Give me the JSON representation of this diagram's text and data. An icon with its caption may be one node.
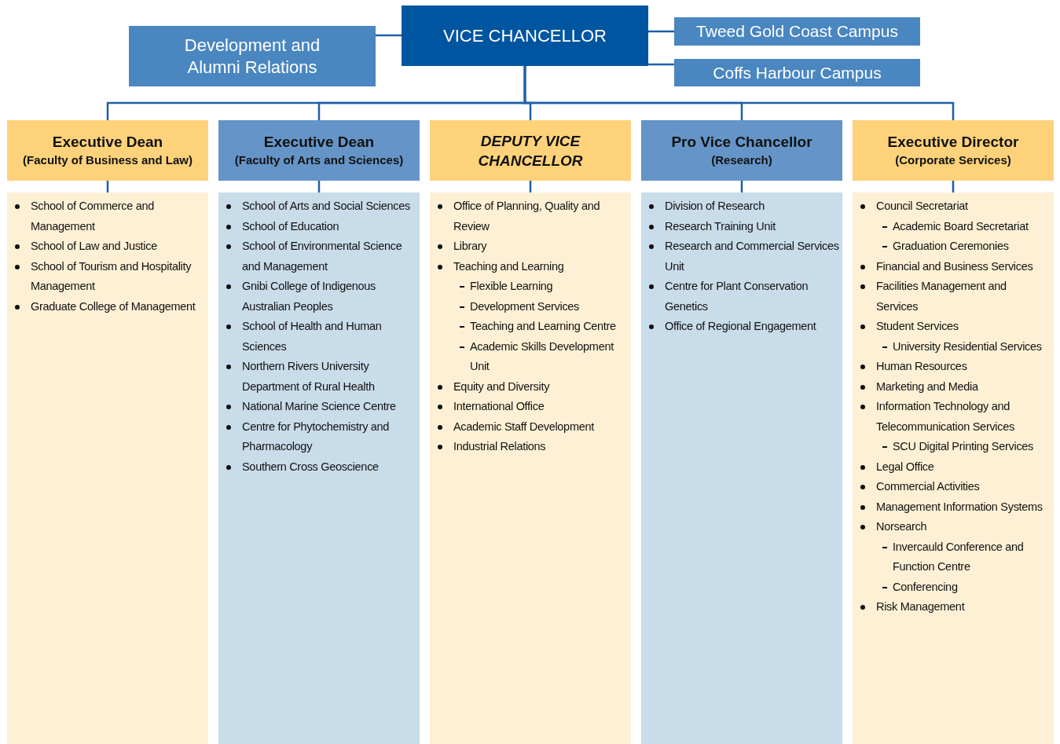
{
  "diagram": {
    "nodes": [
      {
        "text": [
          "VICE CHANCELLOR"
        ]
      },
      {
        "text": [
          "Development and Alumni Relations"
        ]
      },
      {
        "text": [
          "Tweed Gold Coast Campus"
        ]
      },
      {
        "text": [
          "Coffs Harbour Campus"
        ]
      },
      {
        "text": [
          "Executive Dean",
          "(Faculty of Business and Law)"
        ]
      },
      {
        "text": [
          "Executive Dean",
          "(Faculty of Arts and Sciences)"
        ]
      },
      {
        "text": [
          "DEPUTY VICE CHANCELLOR"
        ]
      },
      {
        "text": [
          "Pro Vice Chancellor",
          "(Research)"
        ]
      },
      {
        "text": [
          "Executive Director",
          "(Corporate Services)"
        ]
      },
      {
        "text": [
          "School of Commerce and Management",
          "School of Law and Justice",
          "School of Tourism and Hospitality Management",
          "Graduate College of Management"
        ]
      },
      {
        "text": [
          "School of Arts and Social Sciences",
          "School of Education",
          "School of Environmental Science and Management",
          "Gnibi College of Indigenous Australian Peoples",
          "School of Health and Human Sciences",
          "Northern Rivers University Department of Rural Health",
          "National Marine Science Centre",
          "Centre for Phytochemistry and Pharmacology",
          "Southern Cross Geoscience"
        ]
      },
      {
        "text": [
          "Office of Planning, Quality and Review",
          "Library",
          "Teaching and Learning",
          "Flexible Learning",
          "Development Services",
          "Teaching and Learning Centre",
          "Academic Skills Development Unit",
          "Equity and Diversity",
          "International Office",
          "Academic Staff Development",
          "Industrial Relations"
        ]
      },
      {
        "text": [
          "Division of Research",
          "Research Training Unit",
          "Research and Commercial Services Unit",
          "Centre for Plant Conservation Genetics",
          "Office of Regional Engagement"
        ]
      },
      {
        "text": [
          "Council Secretariat",
          "Academic Board Secretariat",
          "Graduation Ceremonies",
          "Financial and Business Services",
          "Facilities Management and Services",
          "Student Services",
          "University Residential Services",
          "Human Resources",
          "Marketing and Media",
          "Information Technology and Telecommunication Services",
          "SCU Digital Printing Services",
          "Legal Office",
          "Commercial Activities",
          "Management Information Systems",
          "Norsearch",
          "Invercauld Conference and Function Centre",
          "Conferencing",
          "Risk Management"
        ]
      }
    ],
    "edges": [
      {
        "from": 0,
        "to": 1,
        "arrow": "none"
      },
      {
        "from": 0,
        "to": 2,
        "arrow": "none"
      },
      {
        "from": 0,
        "to": 3,
        "arrow": "none"
      },
      {
        "from": 0,
        "to": 4,
        "arrow": "none"
      },
      {
        "from": 0,
        "to": 5,
        "arrow": "none"
      },
      {
        "from": 0,
        "to": 6,
        "arrow": "none"
      },
      {
        "from": 0,
        "to": 7,
        "arrow": "none"
      },
      {
        "from": 0,
        "to": 8,
        "arrow": "none"
      },
      {
        "from": 4,
        "to": 9,
        "arrow": "none"
      },
      {
        "from": 5,
        "to": 10,
        "arrow": "none"
      },
      {
        "from": 6,
        "to": 11,
        "arrow": "none"
      },
      {
        "from": 7,
        "to": 12,
        "arrow": "none"
      },
      {
        "from": 8,
        "to": 13,
        "arrow": "none"
      }
    ]
  }
}
